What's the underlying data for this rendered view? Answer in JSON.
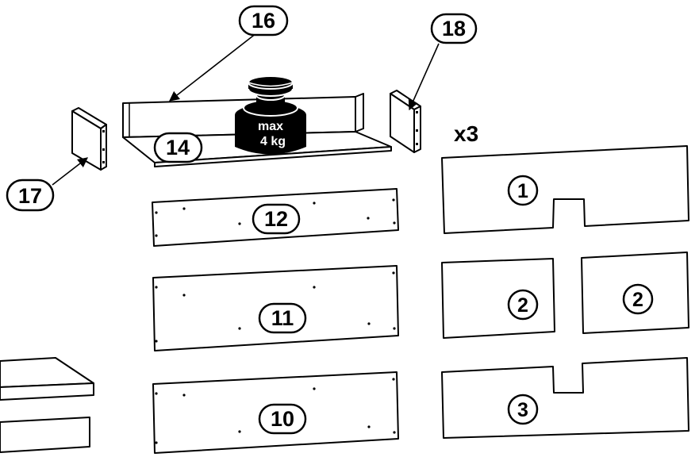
{
  "diagram": {
    "multiplier": "x3",
    "weight_limit": {
      "line1": "max",
      "line2": "4 kg"
    },
    "labels": {
      "part_1": "1",
      "part_2a": "2",
      "part_2b": "2",
      "part_3": "3",
      "part_10": "10",
      "part_11": "11",
      "part_12": "12",
      "part_14": "14",
      "part_16": "16",
      "part_17": "17",
      "part_18": "18"
    }
  }
}
